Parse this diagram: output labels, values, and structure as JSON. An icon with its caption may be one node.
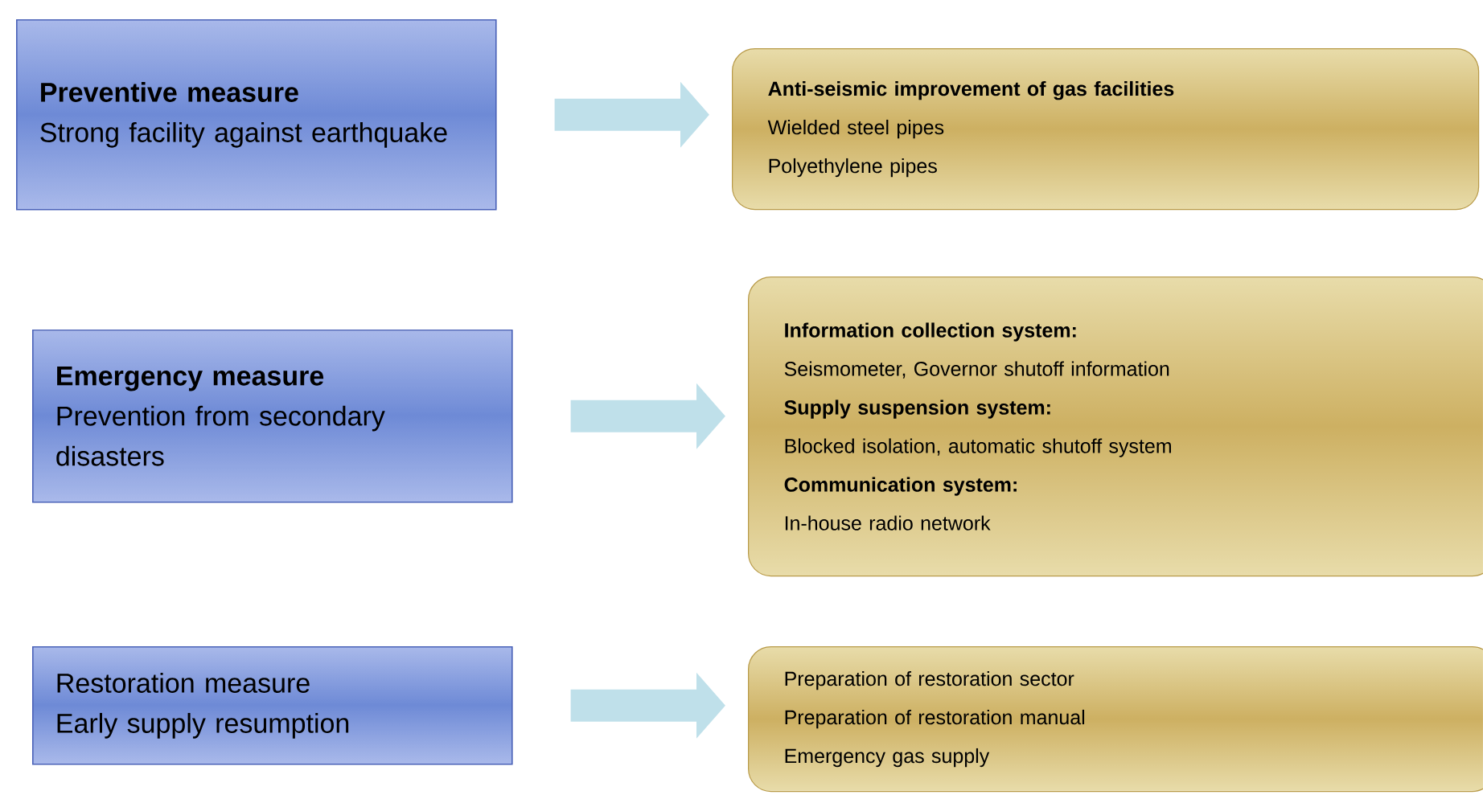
{
  "diagram": {
    "nodes": [
      {
        "text": [
          "Preventive measure",
          "Strong facility against earthquake"
        ]
      },
      {
        "text": [
          "Anti-seismic improvement of gas facilities",
          "Wielded steel pipes",
          "Polyethylene pipes"
        ]
      },
      {
        "text": [
          "Emergency measure",
          "Prevention from secondary disasters"
        ]
      },
      {
        "text": [
          "Information collection system:",
          "Seismometer, Governor shutoff information",
          "Supply suspension system:",
          "Blocked isolation, automatic shutoff system",
          "Communication system:",
          "In-house radio network"
        ]
      },
      {
        "text": [
          "Restoration measure",
          "Early supply resumption"
        ]
      },
      {
        "text": [
          "Preparation of restoration sector",
          "Preparation of restoration manual",
          "Emergency gas supply"
        ]
      }
    ],
    "edges": [
      {
        "from": 0,
        "to": 1,
        "arrow": "to"
      },
      {
        "from": 2,
        "to": 3,
        "arrow": "to"
      },
      {
        "from": 4,
        "to": 5,
        "arrow": "to"
      }
    ]
  }
}
